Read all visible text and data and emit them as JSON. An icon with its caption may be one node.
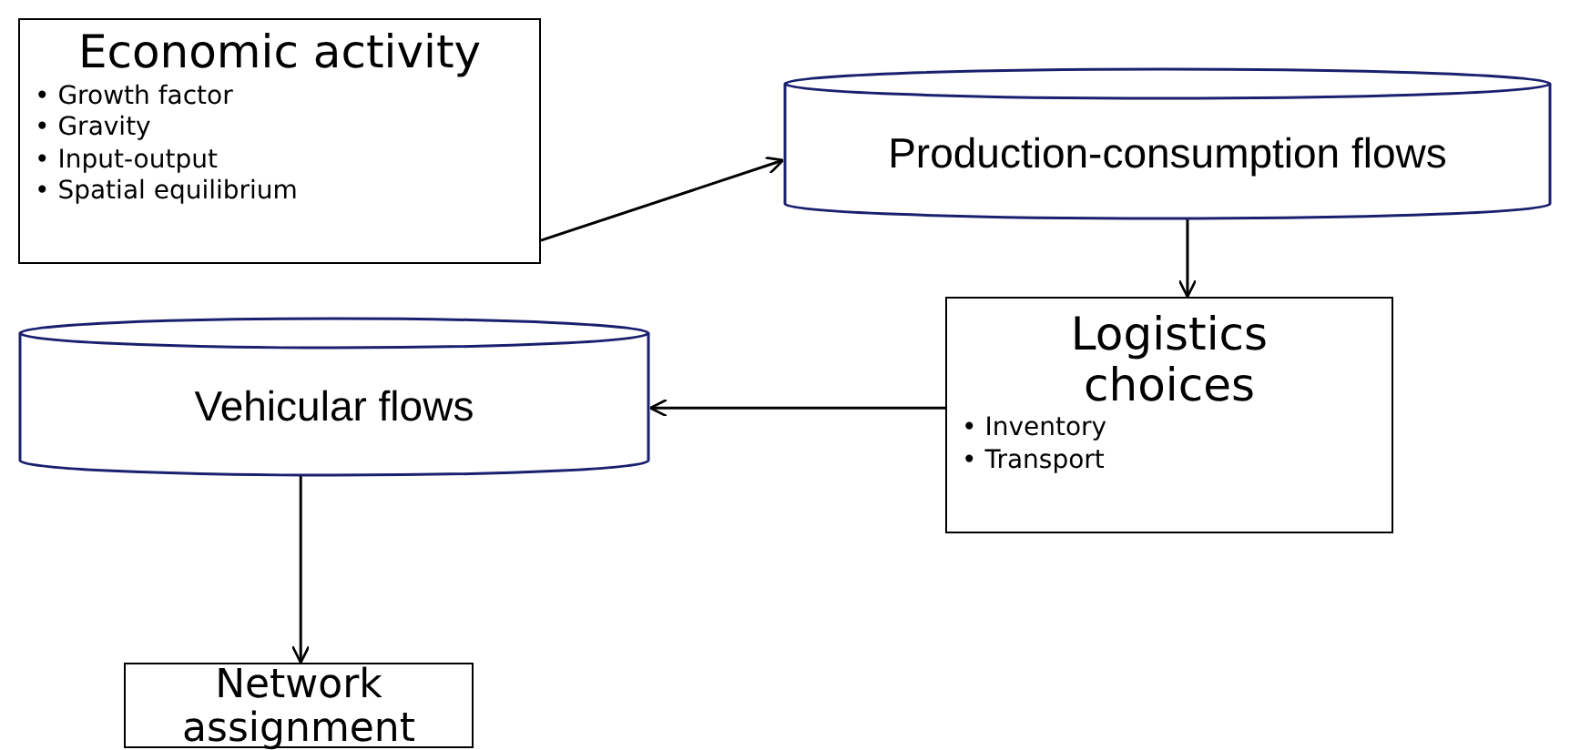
{
  "diagram": {
    "nodes": [
      {
        "text": [
          "Economic activity",
          "• Growth factor",
          "• Gravity",
          "• Input-output",
          "• Spatial equilibrium"
        ]
      },
      {
        "text": [
          "Production-consumption flows"
        ]
      },
      {
        "text": [
          "Logistics choices",
          "• Inventory",
          "• Transport"
        ]
      },
      {
        "text": [
          "Vehicular flows"
        ]
      },
      {
        "text": [
          "Network assignment"
        ]
      }
    ],
    "edges": [
      {
        "from": 0,
        "to": 1,
        "arrow": "to"
      },
      {
        "from": 1,
        "to": 2,
        "arrow": "to"
      },
      {
        "from": 2,
        "to": 3,
        "arrow": "to"
      },
      {
        "from": 3,
        "to": 4,
        "arrow": "to"
      }
    ]
  }
}
